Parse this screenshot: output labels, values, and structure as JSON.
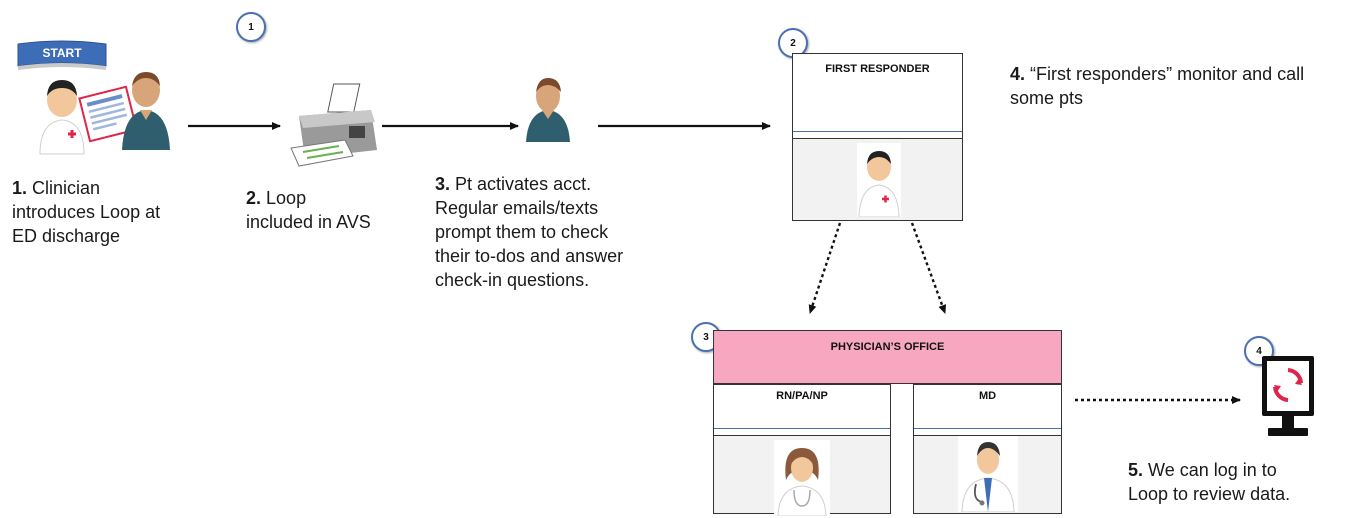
{
  "badges": {
    "b1": "1",
    "b2": "2",
    "b3": "3",
    "b4": "4"
  },
  "start_banner": "START",
  "steps": {
    "s1": {
      "num": "1.",
      "text": "Clinician\nintroduces Loop at\nED discharge"
    },
    "s2": {
      "num": "2.",
      "text_first": "Loop",
      "text_rest": "included in AVS"
    },
    "s3": {
      "num": "3.",
      "text_first": "Pt activates acct.",
      "text_rest": "Regular emails/texts\nprompt them to check\ntheir to-dos and answer\ncheck-in questions."
    },
    "s4": {
      "num": "4.",
      "text_first": "“First responders”  monitor and call",
      "text_rest": "some pts"
    },
    "s5": {
      "num": "5.",
      "text_first": "We can log in to",
      "text_rest": "Loop to review data."
    }
  },
  "panels": {
    "first_responder": "FIRST RESPONDER",
    "physicians_office": "PHYSICIAN’S OFFICE",
    "rn_pa_np": "RN/PA/NP",
    "md": "MD"
  },
  "colors": {
    "office_header": "#f7a8c0",
    "badge_border": "#4a6fb3",
    "panel_body": "#f2f2f2",
    "loop_red": "#e0244a"
  }
}
